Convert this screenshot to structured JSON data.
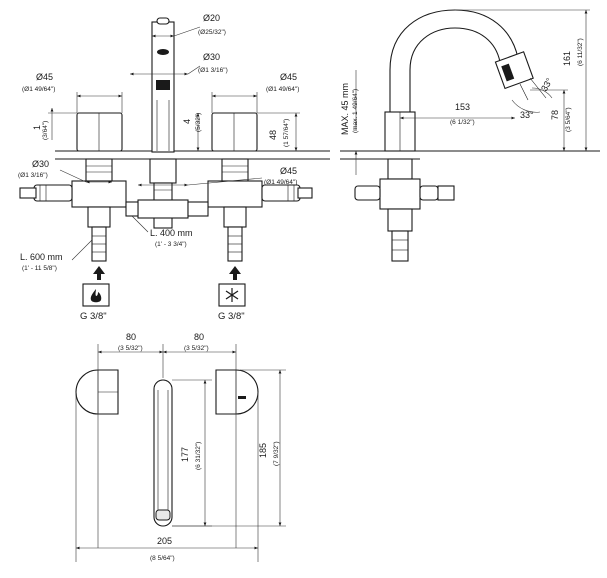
{
  "top": {
    "d20": "Ø20",
    "d20_in": "(Ø25/32\")",
    "d30_top": "Ø30",
    "d30_top_in": "(Ø1 3/16\")",
    "d45_left": "Ø45",
    "d45_left_in": "(Ø1 49/64\")",
    "d45_right": "Ø45",
    "d45_right_in": "(Ø1 49/64\")",
    "dim1": "1",
    "dim1_in": "(3/64\")",
    "dim4": "4",
    "dim4_in": "(5/32\")",
    "dim48": "48",
    "dim48_in": "(1 57/64\")",
    "d30_left": "Ø30",
    "d30_left_in": "(Ø1 3/16\")",
    "d45_mid": "Ø45",
    "d45_mid_in": "(Ø1 49/64\")",
    "hose400": "L. 400 mm",
    "hose400_in": "(1' - 3 3/4\")",
    "hose600": "L. 600 mm",
    "hose600_in": "(1' - 11 5/8\")",
    "thread_hot": "G 3/8\"",
    "thread_cold": "G 3/8\""
  },
  "side": {
    "max45": "MAX. 45 mm",
    "max45_in": "(max. 1 49/64\")",
    "dim153": "153",
    "dim153_in": "(6 1/32\")",
    "dim161": "161",
    "dim161_in": "(6 11/32\")",
    "dim78": "78",
    "dim78_in": "(3 5/64\")",
    "angle33a": "33°",
    "angle33b": "33°"
  },
  "plan": {
    "dim80_left": "80",
    "dim80_left_in": "(3 5/32\")",
    "dim80_right": "80",
    "dim80_right_in": "(3 5/32\")",
    "dim177": "177",
    "dim177_in": "(6 31/32\")",
    "dim185": "185",
    "dim185_in": "(7 9/32\")",
    "dim205": "205",
    "dim205_in": "(8 5/64\")"
  },
  "icons": [
    "hot-water-flame-icon",
    "cold-water-snowflake-icon"
  ]
}
